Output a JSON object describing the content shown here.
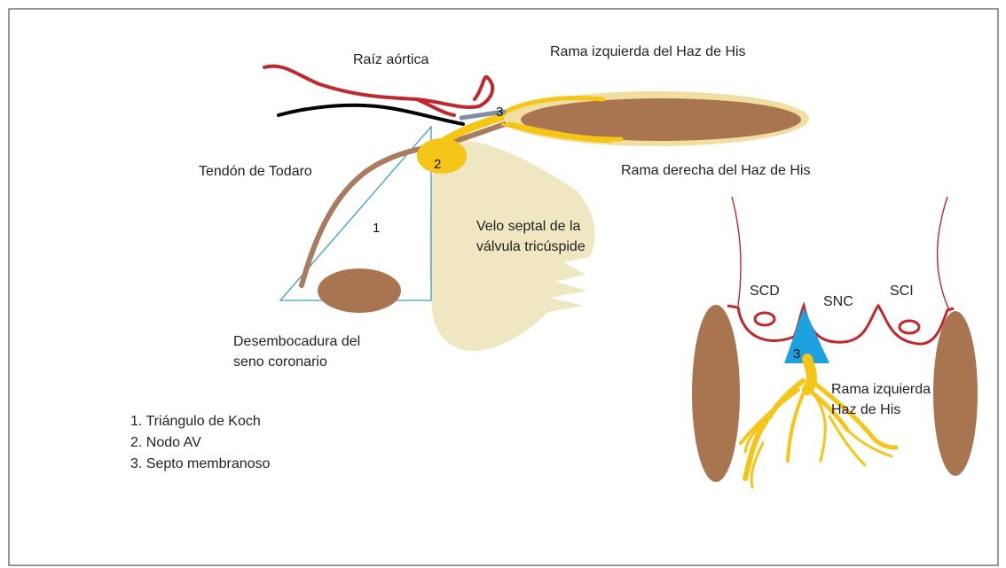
{
  "labels": {
    "raiz_aortica": "Raíz aórtica",
    "rama_izquierda_top": "Rama izquierda del Haz de His",
    "tendon_todaro": "Tendón de Todaro",
    "rama_derecha": "Rama derecha del Haz de His",
    "velo_line1": "Velo septal de la",
    "velo_line2": "válvula tricúspide",
    "desembocadura_line1": "Desembocadura del",
    "desembocadura_line2": "seno coronario",
    "scd": "SCD",
    "snc": "SNC",
    "sci": "SCI",
    "rama_izq_haz_line1": "Rama izquierda",
    "rama_izq_haz_line2": "Haz de His"
  },
  "markers": {
    "one": "1",
    "two": "2",
    "three_top": "3",
    "three_bottom": "3"
  },
  "legend": [
    "1. Triángulo de Koch",
    "2. Nodo AV",
    "3. Septo membranoso"
  ],
  "colors": {
    "aortic_root": "#c0282d",
    "black_line": "#000000",
    "tendon": "#a97b5f",
    "bundle_body": "#a87550",
    "bundle_halo": "#f1dfa2",
    "yellow": "#f5c518",
    "triangle": "#3a9fc3",
    "septal_leaflet": "#efe6c2",
    "membranous_septum": "#1da1df",
    "cusps": "#c0282d"
  }
}
